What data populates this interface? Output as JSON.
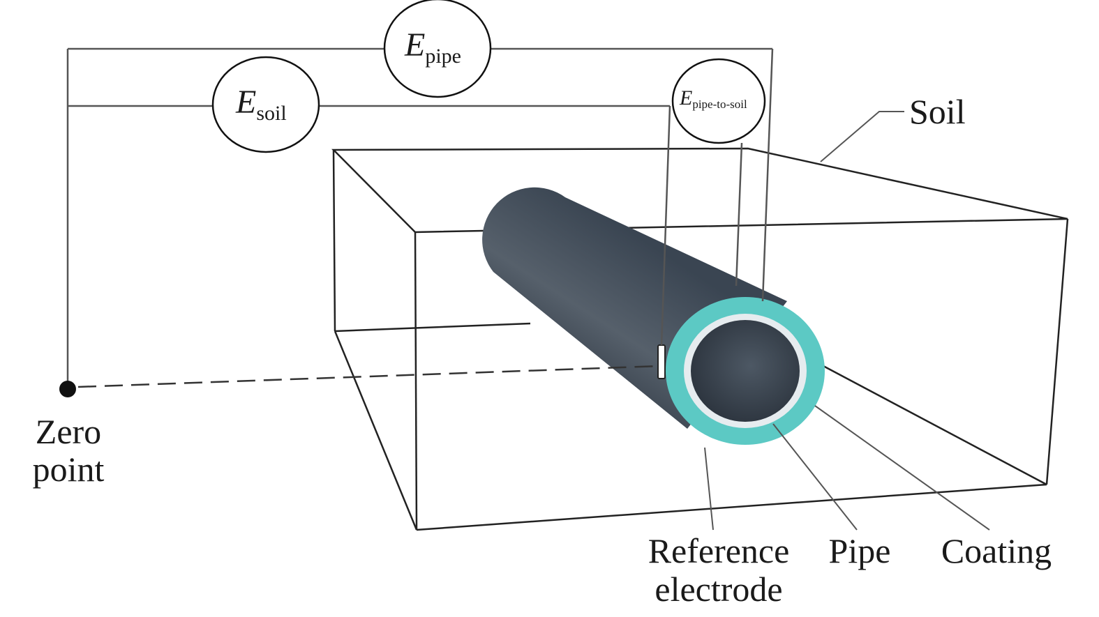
{
  "labels": {
    "e_pipe": {
      "symbol": "E",
      "subscript": "pipe"
    },
    "e_soil": {
      "symbol": "E",
      "subscript": "soil"
    },
    "e_pipe_to_soil": {
      "symbol": "E",
      "subscript": "pipe-to-soil"
    },
    "soil": "Soil",
    "zero_point_line1": "Zero",
    "zero_point_line2": "point",
    "reference_electrode_line1": "Reference",
    "reference_electrode_line2": "electrode",
    "pipe": "Pipe",
    "coating": "Coating"
  },
  "colors": {
    "pipe_body": "#3f4a57",
    "coating": "#5cc9c4",
    "gap_ring": "#e6ecef",
    "lines": "#222222"
  }
}
